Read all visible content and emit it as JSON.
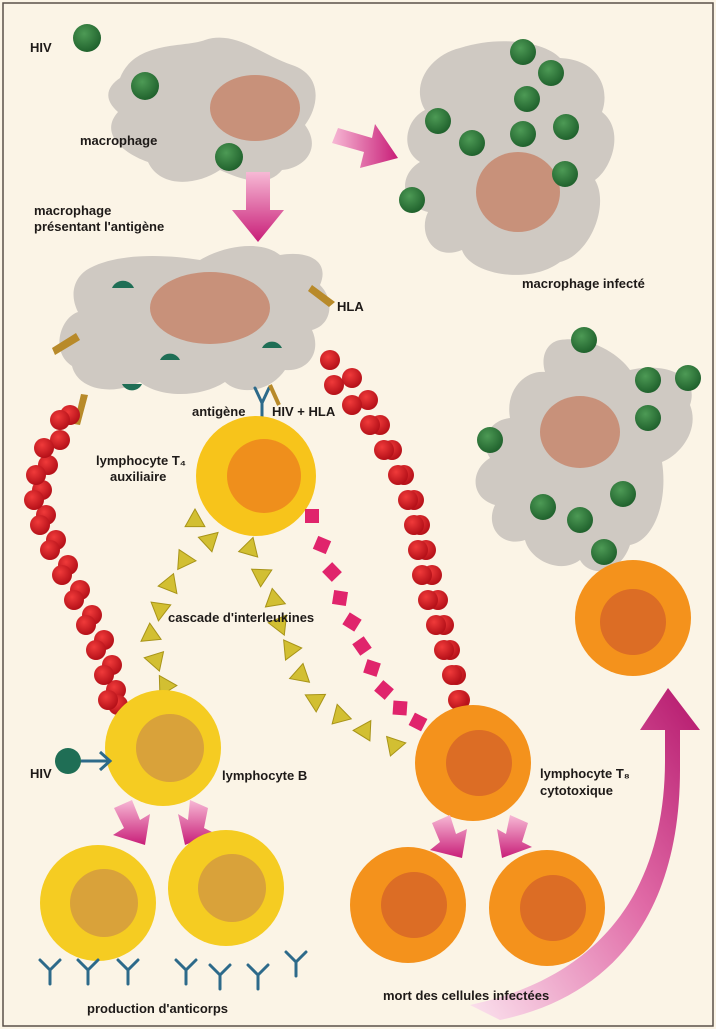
{
  "labels": {
    "hiv_top": "HIV",
    "macrophage": "macrophage",
    "presenting_line1": "macrophage",
    "presenting_line2": "présentant l'antigène",
    "infected": "macrophage infecté",
    "hla": "HLA",
    "antigen": "antigène",
    "hiv_hla": "HIV + HLA",
    "t4_line1": "lymphocyte T₄",
    "t4_line2": "auxiliaire",
    "cascade": "cascade d'interleukines",
    "hiv_bottom": "HIV",
    "b_cell": "lymphocyte B",
    "t8_line1": "lymphocyte T₈",
    "t8_line2": "cytotoxique",
    "antibodies": "production d'anticorps",
    "death": "mort des cellules infectées"
  },
  "colors": {
    "background": "#fbf4e6",
    "macrophage_body": "#cfc9c2",
    "macrophage_nucleus": "#c8917a",
    "virus": "#2f7a3a",
    "antigen_fragment": "#1f6e55",
    "hla_spike": "#b88a2a",
    "t4_cell": "#f7c41b",
    "t4_nucleus": "#ef8f1c",
    "b_cell": "#f5cc22",
    "b_nucleus": "#d9a23a",
    "t8_cell": "#f4921c",
    "t8_nucleus": "#dc6d25",
    "red_chain": "#d8121f",
    "interleukin_yellow": "#d2bf32",
    "interleukin_pink": "#e0246c",
    "arrow_magenta": "#c81e78"
  }
}
